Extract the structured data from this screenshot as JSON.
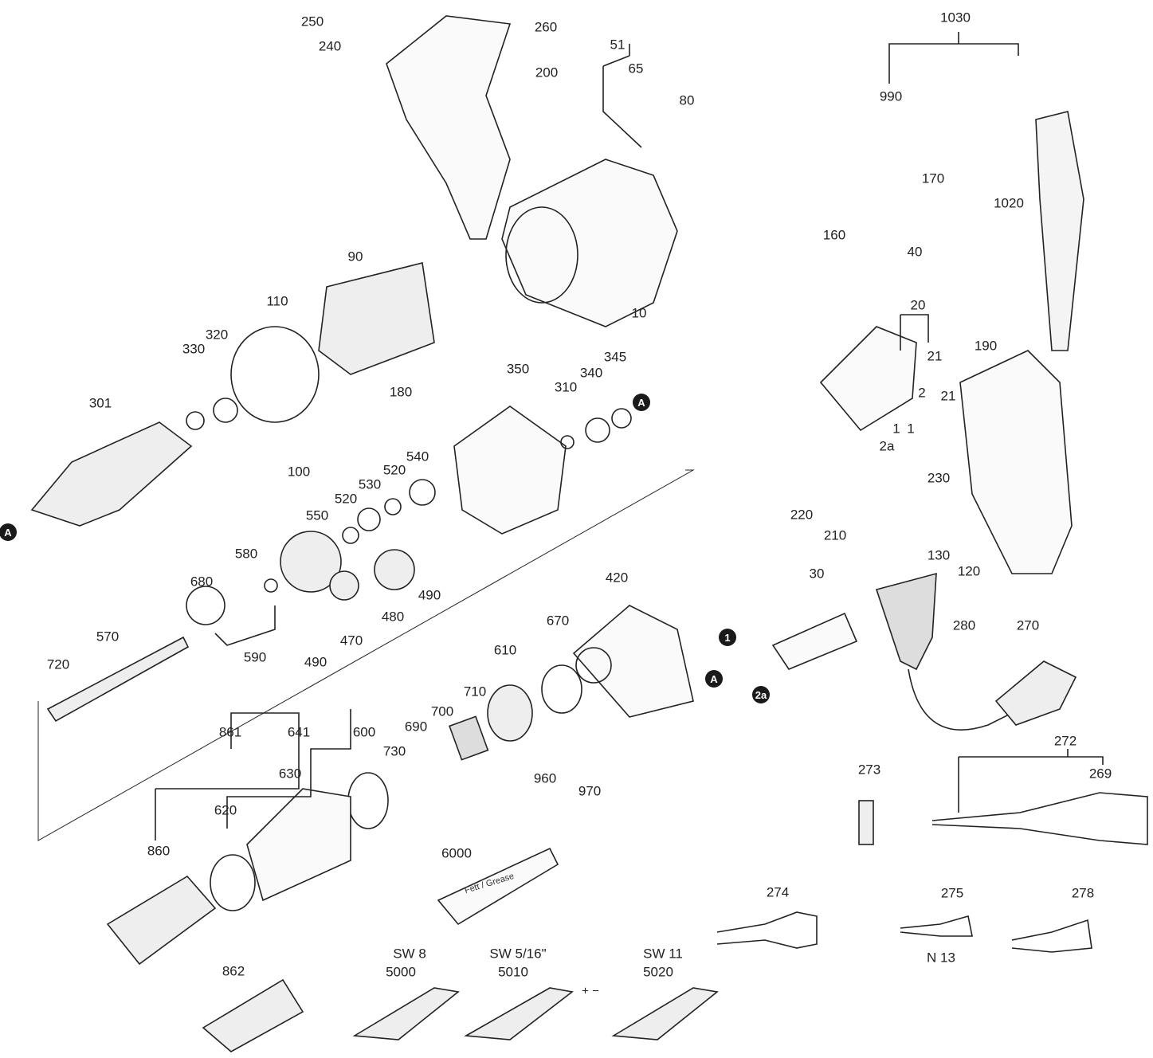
{
  "labels": [
    "250",
    "240",
    "260",
    "200",
    "51",
    "65",
    "80",
    "1030",
    "990",
    "170",
    "1020",
    "160",
    "40",
    "90",
    "10",
    "110",
    "320",
    "330",
    "20",
    "21",
    "190",
    "21",
    "2",
    "1",
    "1",
    "2a",
    "301",
    "180",
    "350",
    "310",
    "340",
    "345",
    "540",
    "520",
    "530",
    "520",
    "550",
    "100",
    "230",
    "220",
    "210",
    "130",
    "120",
    "580",
    "680",
    "490",
    "480",
    "470",
    "490",
    "590",
    "570",
    "720",
    "420",
    "30",
    "670",
    "610",
    "280",
    "270",
    "710",
    "700",
    "690",
    "730",
    "861",
    "641",
    "600",
    "630",
    "620",
    "960",
    "970",
    "272",
    "273",
    "269",
    "860",
    "6000",
    "274",
    "275",
    "278",
    "N 13",
    "862",
    "SW 8",
    "5000",
    "SW 5/16\"",
    "5010",
    "SW 11",
    "5020"
  ],
  "markers": [
    "A",
    "A",
    "1",
    "A",
    "2a"
  ],
  "tube_text": "Fett / Grease",
  "magnet_icon": "+ −"
}
